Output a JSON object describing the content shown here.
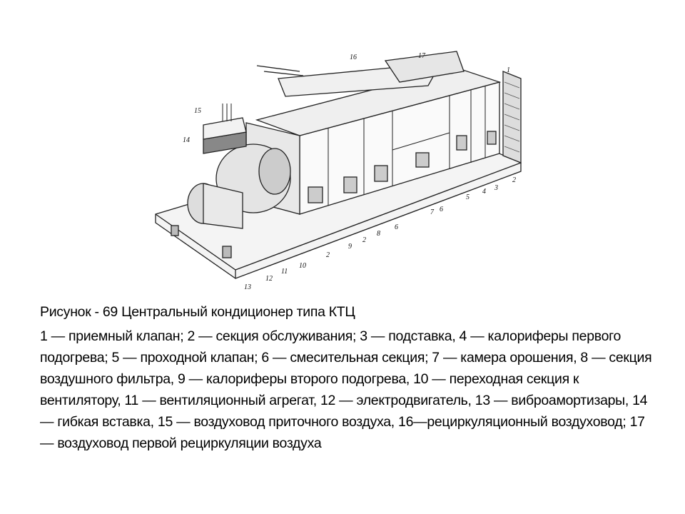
{
  "figure": {
    "callouts": [
      "15",
      "14",
      "16",
      "17",
      "1",
      "2",
      "3",
      "4",
      "5",
      "6",
      "7",
      "6",
      "8",
      "2",
      "9",
      "2",
      "10",
      "11",
      "12",
      "13"
    ]
  },
  "caption": {
    "title": "Рисунок - 69 Центральный кондиционер типа КТЦ",
    "legend": "1 — приемный клапан; 2 — секция обслуживания; 3 — подставка, 4 — калориферы первого подогрева; 5 — проходной клапан; 6 — смесительная секция; 7 — камера орошения, 8 — секция воздушного фильтра, 9 — калориферы второго подогрева, 10 — переходная секция к вентилятору, 11 — вентиляционный агрегат, 12 — электродвигатель, 13 — виброамортизары, 14 — гибкая вставка, 15 — воздуховод приточного воздуха, 16—рециркуляционный воздуховод; 17 — воздуховод первой рециркуляции воздуха"
  }
}
